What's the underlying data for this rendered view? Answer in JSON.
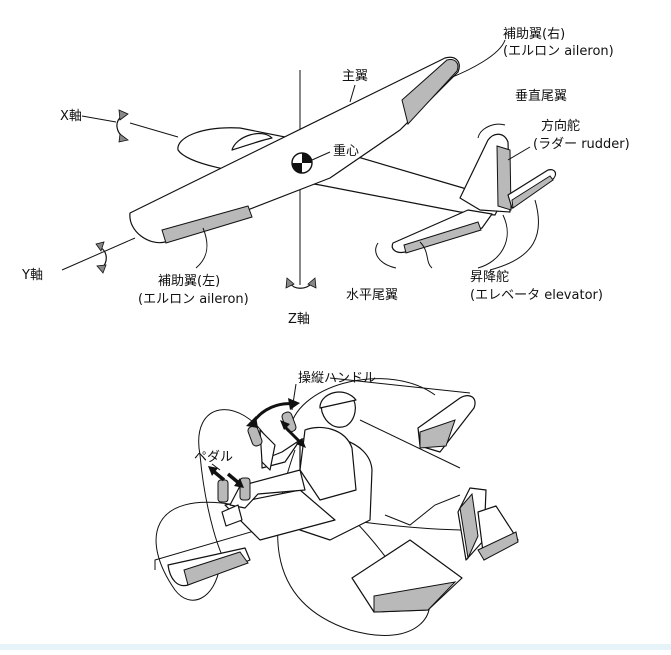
{
  "colors": {
    "control_surface": "#b9b9b9",
    "outline": "#111111",
    "background": "#ffffff"
  },
  "labels": {
    "aileron_right_1": "補助翼(右)",
    "aileron_right_2": "(エルロン aileron)",
    "main_wing": "主翼",
    "vertical_tail": "垂直尾翼",
    "rudder_1": "方向舵",
    "rudder_2": "(ラダー rudder)",
    "x_axis": "X軸",
    "center_of_gravity": "重心",
    "y_axis": "Y軸",
    "aileron_left_1": "補助翼(左)",
    "aileron_left_2": "(エルロン aileron)",
    "z_axis": "Z軸",
    "horizontal_tail": "水平尾翼",
    "elevator_1": "昇降舵",
    "elevator_2": "(エレベータ elevator)",
    "control_handle": "操縦ハンドル",
    "pedal": "ペダル"
  }
}
